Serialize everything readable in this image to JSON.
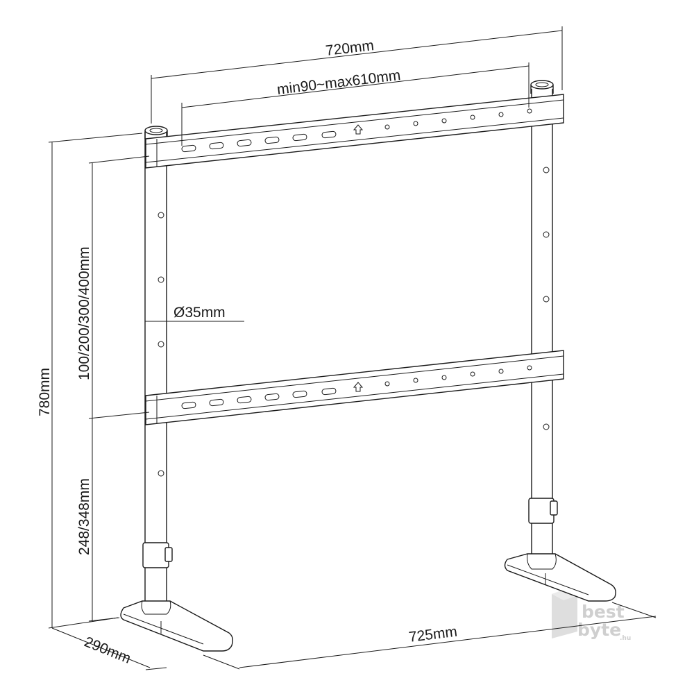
{
  "dimensions": {
    "top_width": "720mm",
    "vesa_horizontal": "min90~max610mm",
    "vesa_vertical": "100/200/300/400mm",
    "pole_diameter": "Ø35mm",
    "total_height": "780mm",
    "bottom_height": "248/348mm",
    "base_width": "725mm",
    "base_depth": "290mm"
  },
  "watermark": {
    "line1": "best",
    "line2": "byte",
    "suffix": ".hu",
    "color": "#cfcfcf"
  }
}
